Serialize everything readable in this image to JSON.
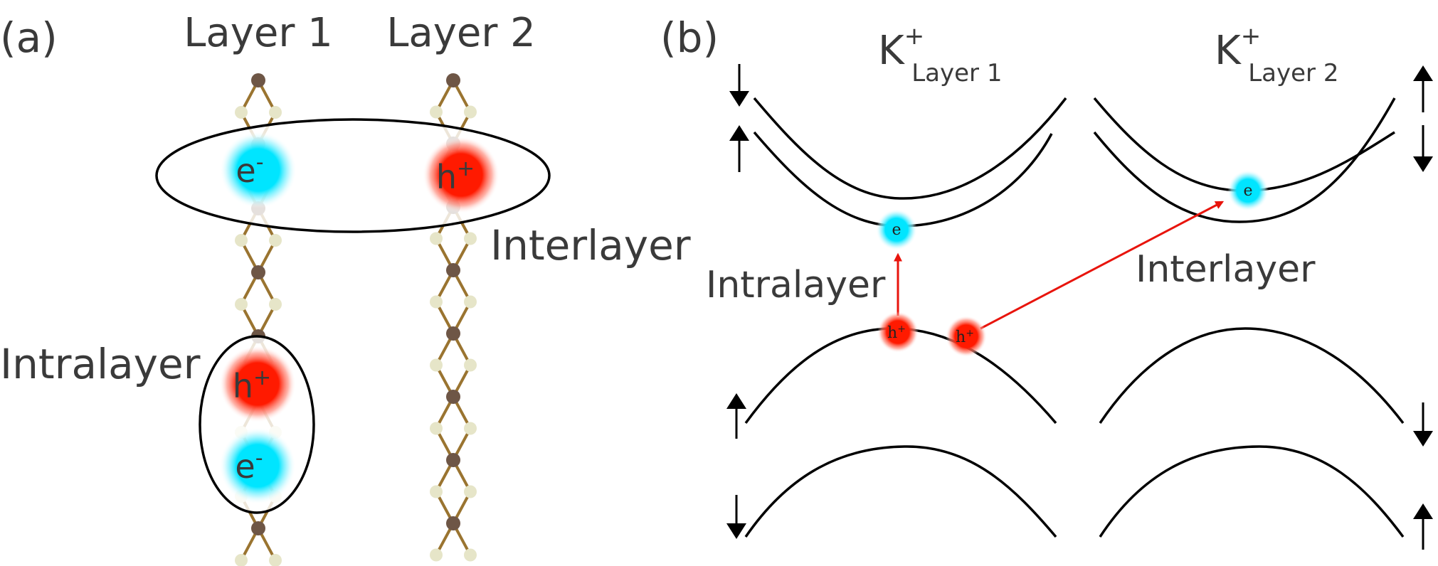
{
  "panel_a": {
    "label": "(a)",
    "layer1_label": "Layer 1",
    "layer2_label": "Layer 2",
    "interlayer_label": "Interlayer",
    "intralayer_label": "Intralayer",
    "electron_symbol": "e",
    "electron_charge": "-",
    "hole_symbol": "h",
    "hole_charge": "+"
  },
  "panel_b": {
    "label": "(b)",
    "valley1_main": "K",
    "valley1_sup": "+",
    "valley1_sub": "Layer 1",
    "valley2_main": "K",
    "valley2_sup": "+",
    "valley2_sub": "Layer 2",
    "intralayer_label": "Intralayer",
    "interlayer_label": "Interlayer",
    "electron_small": "e",
    "hole_small": "h",
    "hole_small_charge": "+"
  },
  "colors": {
    "electron": "#00e5ff",
    "hole": "#ff1a00",
    "transition_arrow": "#e8140c",
    "bond": "#9a7430",
    "metal_atom": "#6e5646",
    "chalcogen_atom": "#e6e5c8"
  }
}
